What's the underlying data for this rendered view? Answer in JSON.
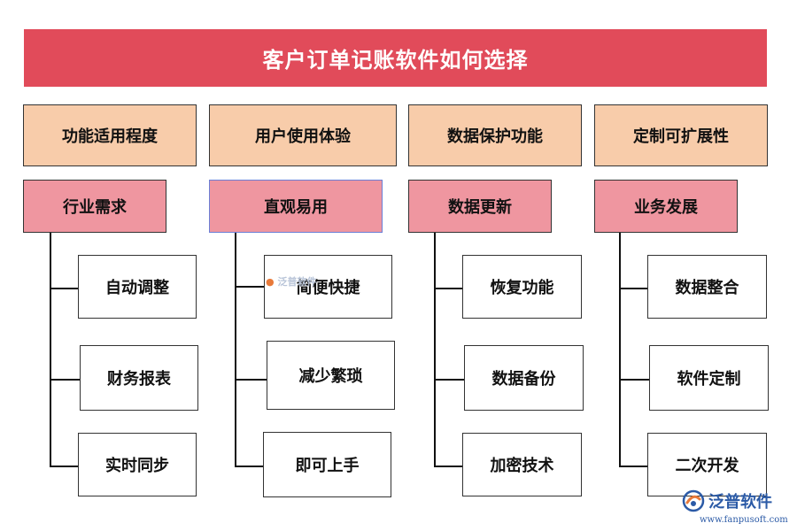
{
  "title": "客户订单记账软件如何选择",
  "columns": [
    {
      "category": "功能适用程度",
      "sub": "行业需求",
      "leaves": [
        "自动调整",
        "财务报表",
        "实时同步"
      ]
    },
    {
      "category": "用户使用体验",
      "sub": "直观易用",
      "leaves": [
        "简便快捷",
        "减少繁琐",
        "即可上手"
      ]
    },
    {
      "category": "数据保护功能",
      "sub": "数据更新",
      "leaves": [
        "恢复功能",
        "数据备份",
        "加密技术"
      ]
    },
    {
      "category": "定制可扩展性",
      "sub": "业务发展",
      "leaves": [
        "数据整合",
        "软件定制",
        "二次开发"
      ]
    }
  ],
  "watermark": {
    "small": "泛普软件",
    "logo_text": "泛普软件",
    "url": "www.fanpusoft.com"
  },
  "colors": {
    "title_bg": "#e14b5a",
    "category_bg": "#f8ccaa",
    "sub_bg": "#ef96a0",
    "line": "#111111"
  }
}
